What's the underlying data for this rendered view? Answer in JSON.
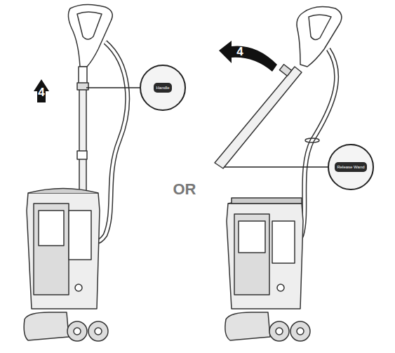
{
  "diagram": {
    "nodes": [
      {
        "text": [
          "Handle"
        ]
      },
      {
        "text": [
          "Release Wand"
        ]
      }
    ],
    "labels": [
      "4",
      "4",
      "OR"
    ]
  }
}
